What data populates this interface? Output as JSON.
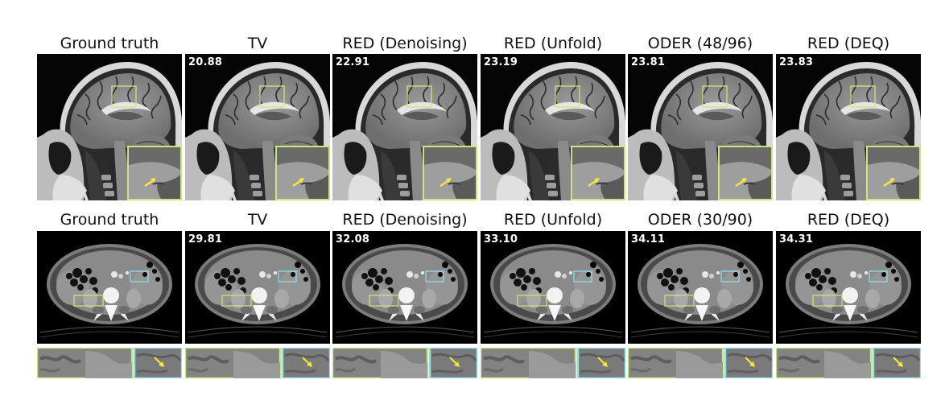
{
  "row1": {
    "titles": [
      "Ground truth",
      "TV",
      "RED (Denoising)",
      "RED (Unfold)",
      "ODER (48/96)",
      "RED (DEQ)"
    ],
    "psnr": [
      "",
      "20.88",
      "22.91",
      "23.19",
      "23.81",
      "23.83"
    ]
  },
  "row2": {
    "titles": [
      "Ground truth",
      "TV",
      "RED (Denoising)",
      "RED (Unfold)",
      "ODER (30/90)",
      "RED (DEQ)"
    ],
    "psnr": [
      "",
      "29.81",
      "32.08",
      "33.10",
      "34.11",
      "34.31"
    ]
  },
  "colors": {
    "roi_green": "#c8e87a",
    "roi_cyan": "#8fe0f0",
    "arrow": "#f5e83a"
  }
}
